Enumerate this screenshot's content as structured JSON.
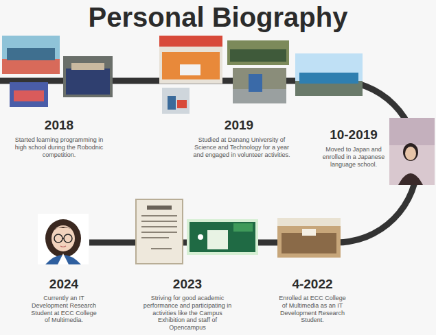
{
  "diagram": {
    "title": "Personal Biography",
    "labels": [
      "2018",
      "Started learning programming in high school during the Robodnic competition.",
      "2019",
      "Studied at Danang University of Science and Technology for a year and engaged in volunteer activities.",
      "10-2019",
      "Moved to Japan and enrolled in a Japanese language school.",
      "4-2022",
      "Enrolled at ECC College of Multimedia as an IT Development Research Student.",
      "2023",
      "Striving for good academic performance and participating in activities like the Campus Exhibition and staff of Opencampus",
      "2024",
      "Currently an IT Development Research Student at ECC College of Multimedia."
    ]
  }
}
